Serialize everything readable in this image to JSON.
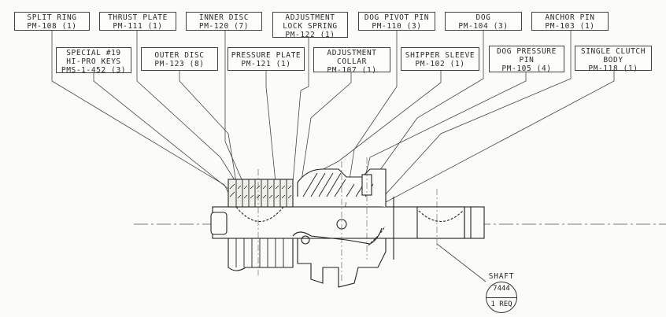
{
  "diagram": {
    "type": "exploded parts callout drawing",
    "subject": "Single clutch assembly",
    "parts": [
      {
        "id": "split-ring",
        "name": "SPLIT RING",
        "part_no": "PM-108",
        "qty": "(1)"
      },
      {
        "id": "thrust-plate",
        "name": "THRUST PLATE",
        "part_no": "PM-111",
        "qty": "(1)"
      },
      {
        "id": "inner-disc",
        "name": "INNER DISC",
        "part_no": "PM-120",
        "qty": "(7)"
      },
      {
        "id": "adjustment-lock-spring",
        "name": "ADJUSTMENT",
        "name2": "LOCK SPRING",
        "part_no": "PM-122",
        "qty": "(1)"
      },
      {
        "id": "dog-pivot-pin",
        "name": "DOG PIVOT PIN",
        "part_no": "PM-110",
        "qty": "(3)"
      },
      {
        "id": "dog",
        "name": "DOG",
        "part_no": "PM-104",
        "qty": "(3)"
      },
      {
        "id": "anchor-pin",
        "name": "ANCHOR PIN",
        "part_no": "PM-103",
        "qty": "(1)"
      },
      {
        "id": "special-keys",
        "name": "SPECIAL #19",
        "name2": "HI-PRO KEYS",
        "part_no": "PMS-1-452",
        "qty": "(3)"
      },
      {
        "id": "outer-disc",
        "name": "OUTER DISC",
        "part_no": "PM-123",
        "qty": "(8)"
      },
      {
        "id": "pressure-plate",
        "name": "PRESSURE PLATE",
        "part_no": "PM-121",
        "qty": "(1)"
      },
      {
        "id": "adjustment-collar",
        "name": "ADJUSTMENT",
        "name2": "COLLAR",
        "part_no": "PM-107",
        "qty": "(1)"
      },
      {
        "id": "shipper-sleeve",
        "name": "SHIPPER SLEEVE",
        "part_no": "PM-102",
        "qty": "(1)"
      },
      {
        "id": "dog-pressure-pin",
        "name": "DOG PRESSURE",
        "name2": "PIN",
        "part_no": "PM-105",
        "qty": "(4)"
      },
      {
        "id": "single-clutch-body",
        "name": "SINGLE CLUTCH",
        "name2": "BODY",
        "part_no": "PM-118",
        "qty": "(1)"
      }
    ],
    "shaft": {
      "label": "SHAFT",
      "part_no": "7444",
      "qty": "1 REQ"
    }
  }
}
